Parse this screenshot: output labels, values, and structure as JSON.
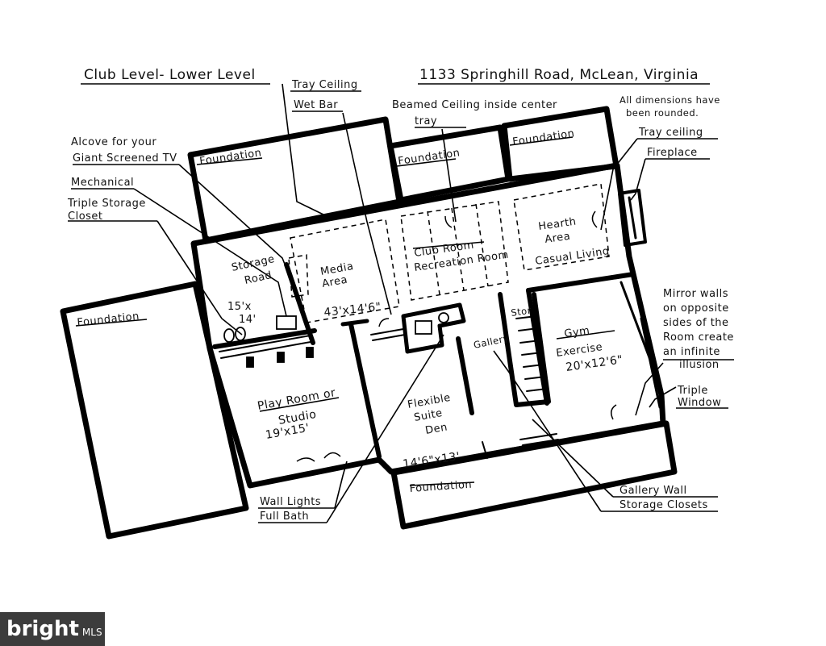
{
  "header": {
    "title": "Club Level- Lower Level",
    "address": "1133 Springhill Road, McLean, Virginia",
    "note_line1": "All dimensions have",
    "note_line2": "been rounded."
  },
  "callouts": {
    "tray_ceiling_left": "Tray Ceiling",
    "wet_bar": "Wet Bar",
    "beamed_line1": "Beamed Ceiling inside center",
    "beamed_line2": "tray",
    "tray_ceiling_right": "Tray ceiling",
    "fireplace": "Fireplace",
    "alcove_line1": "Alcove for your",
    "alcove_line2": "Giant Screened TV",
    "mechanical": "Mechanical",
    "triple_storage_line1": "Triple Storage",
    "triple_storage_line2": "Closet",
    "mirror_line1": "Mirror walls",
    "mirror_line2": "on opposite",
    "mirror_line3": "sides of the",
    "mirror_line4": "Room create",
    "mirror_line5": "an infinite",
    "mirror_line6": "illusion",
    "triple_window_line1": "Triple",
    "triple_window_line2": "Window",
    "wall_lights": "Wall Lights",
    "full_bath": "Full Bath",
    "gallery_wall": "Gallery Wall",
    "storage_closets": "Storage Closets"
  },
  "rooms": {
    "foundation_top_left": "Foundation",
    "foundation_top_mid": "Foundation",
    "foundation_top_right": "Foundation",
    "foundation_left": "Foundation",
    "foundation_bottom": "Foundation",
    "storage_line1": "Storage",
    "storage_line2": "Road",
    "storage_dim_line1": "15'x",
    "storage_dim_line2": "14'",
    "media_line1": "Media",
    "media_line2": "Area",
    "media_dim": "43'x14'6\"",
    "club_line1": "Club Room",
    "club_line2": "Recreation Room",
    "hearth_line1": "Hearth",
    "hearth_line2": "Area",
    "hearth_line3": "Casual Living",
    "gym_line1": "Gym",
    "gym_line2": "Exercise",
    "gym_dim": "20'x12'6\"",
    "play_line1": "Play Room or",
    "play_line2": "Studio",
    "play_dim": "19'x15'",
    "flex_line1": "Flexible",
    "flex_line2": "Suite",
    "flex_line3": "Den",
    "flex_dim": "14'6\"x13'",
    "gallery": "Gallery",
    "stor": "Stor"
  },
  "branding": {
    "logo_main": "bright",
    "logo_sub": "MLS"
  }
}
